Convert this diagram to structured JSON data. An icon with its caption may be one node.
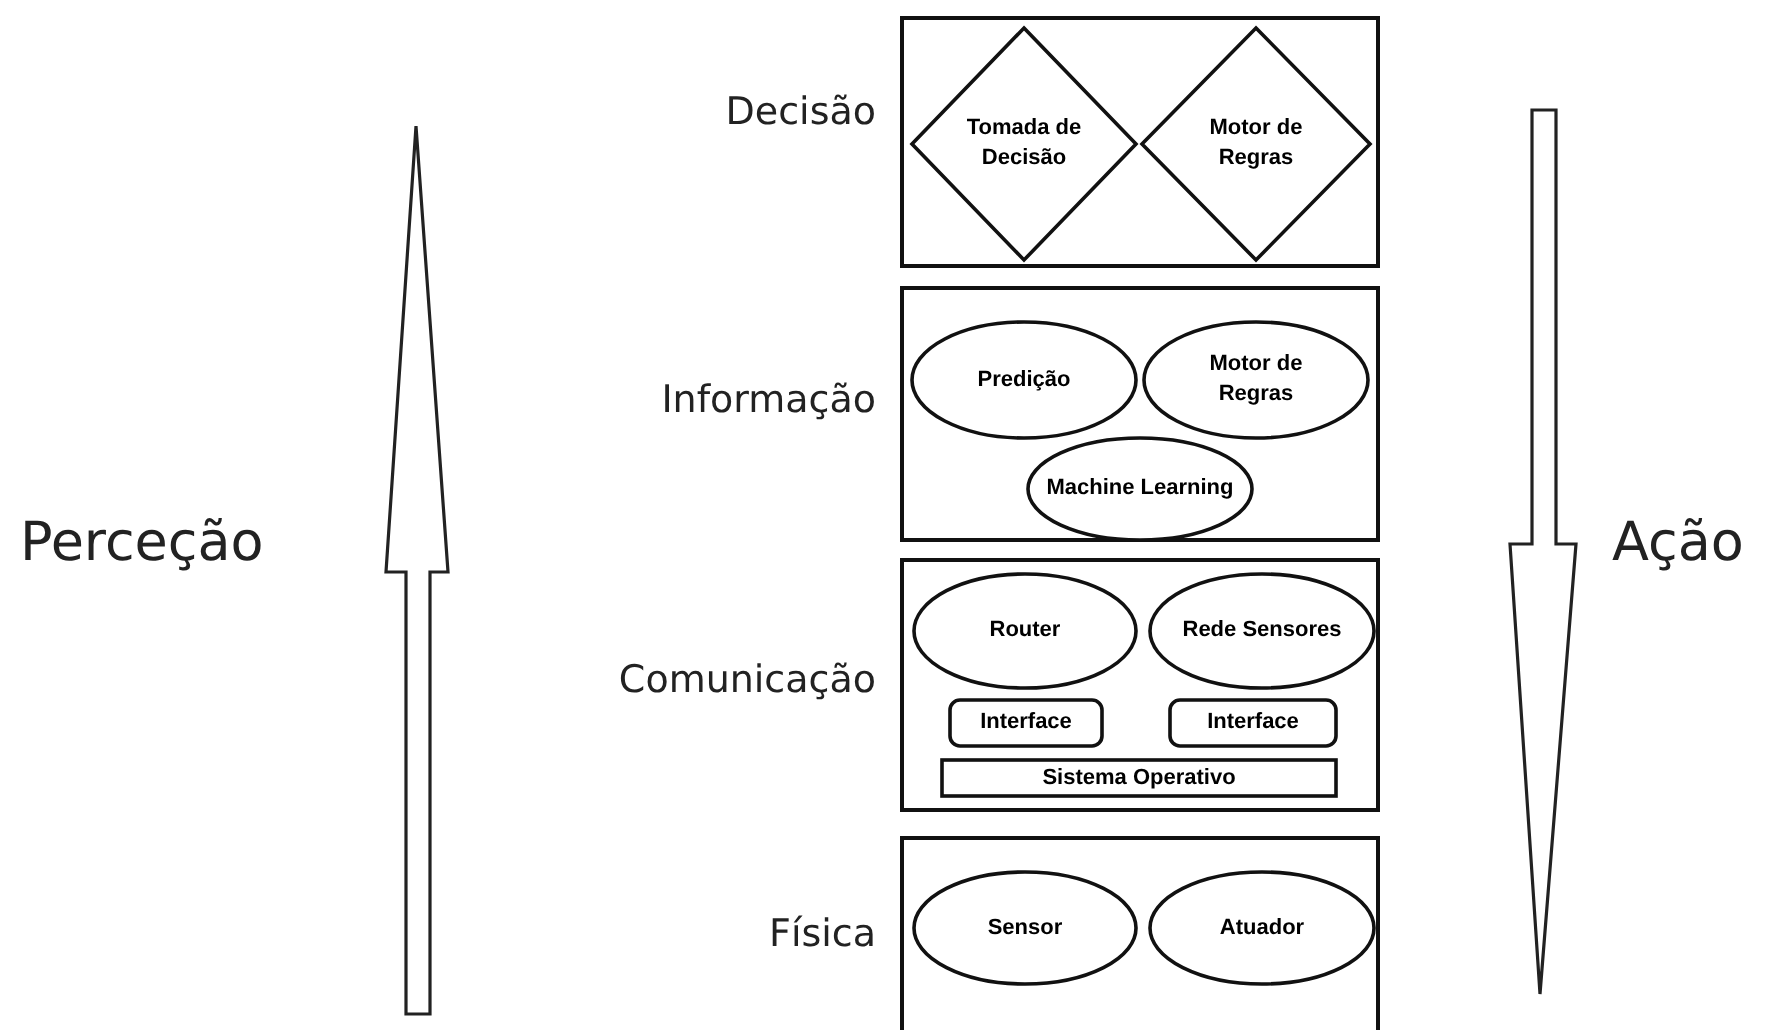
{
  "diagram": {
    "nodes": [
      {
        "text": [
          "Decisão"
        ]
      },
      {
        "text": [
          "Tomada de Decisão"
        ],
        "in": 0
      },
      {
        "text": [
          "Motor de Regras"
        ],
        "in": 0
      },
      {
        "text": [
          "Informação"
        ]
      },
      {
        "text": [
          "Predição"
        ],
        "in": 3
      },
      {
        "text": [
          "Motor de Regras"
        ],
        "in": 3
      },
      {
        "text": [
          "Machine Learning"
        ],
        "in": 3
      },
      {
        "text": [
          "Comunicação"
        ]
      },
      {
        "text": [
          "Router"
        ],
        "in": 7
      },
      {
        "text": [
          "Rede Sensores"
        ],
        "in": 7
      },
      {
        "text": [
          "Interface"
        ],
        "in": 7
      },
      {
        "text": [
          "Interface"
        ],
        "in": 7
      },
      {
        "text": [
          "Sistema Operativo"
        ],
        "in": 7
      },
      {
        "text": [
          "Física"
        ]
      },
      {
        "text": [
          "Sensor"
        ],
        "in": 13
      },
      {
        "text": [
          "Atuador"
        ],
        "in": 13
      }
    ],
    "labels": [
      "Perceção",
      "Ação"
    ]
  }
}
